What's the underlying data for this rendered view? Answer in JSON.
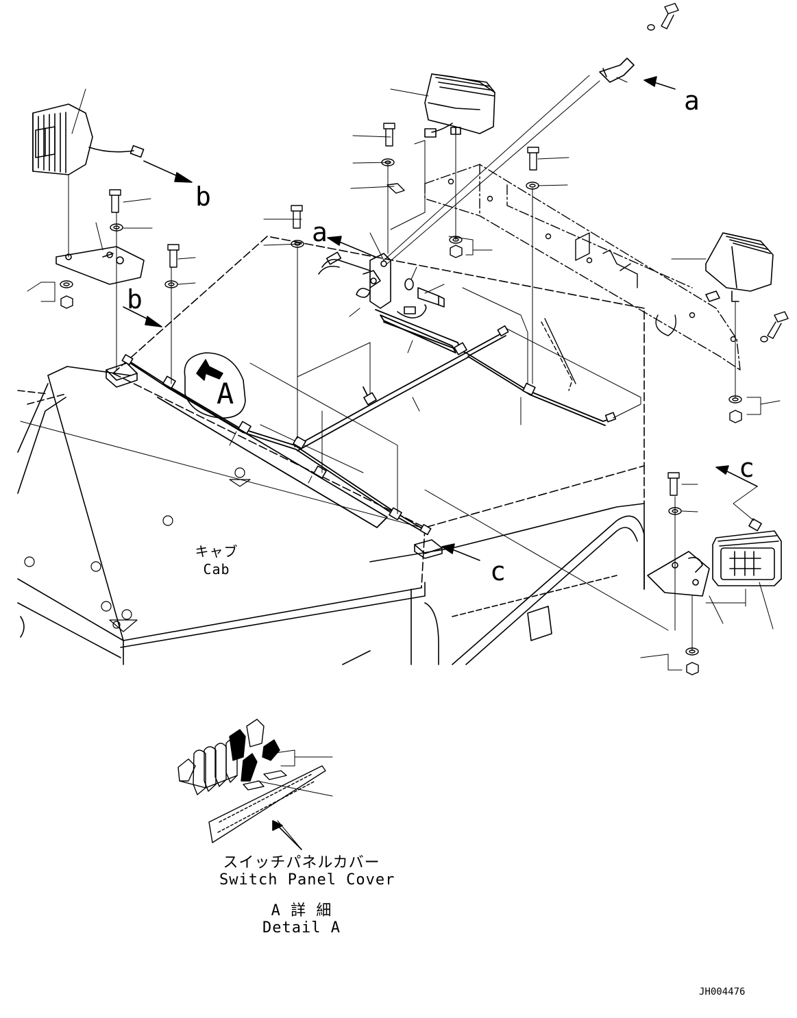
{
  "callouts": {
    "a_top": "a",
    "a_mid": "a",
    "b_left": "b",
    "b_mid": "b",
    "c_right": "c",
    "c_bottom": "c",
    "view_A": "A"
  },
  "captions": {
    "cab_jp": "キャブ",
    "cab_en": "Cab",
    "switch_panel_cover_jp": "スイッチパネルカバー",
    "switch_panel_cover_en": "Switch Panel Cover",
    "detail_a_jp": "A 詳 細",
    "detail_a_en": "Detail A"
  },
  "drawing_number": "JH004476"
}
